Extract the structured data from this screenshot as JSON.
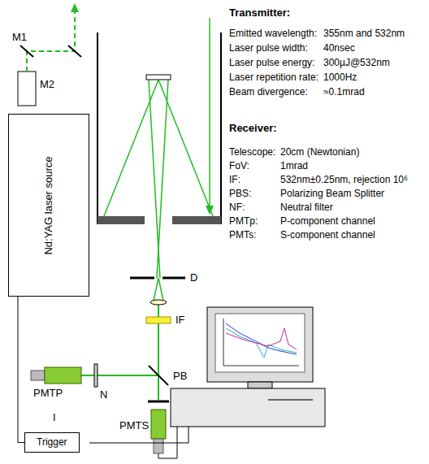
{
  "diagram": {
    "nodes": [
      {
        "text": [
          "Nd:YAG laser source"
        ]
      },
      {
        "text": [
          "Trigger"
        ]
      }
    ],
    "edges": [
      {
        "from": 0,
        "to": 1,
        "arrow": "none"
      }
    ],
    "labels": [
      "M1",
      "M2",
      "Transmitter:",
      "Emitted wavelength:",
      "355nm and 532nm",
      "Laser pulse width:",
      "40nsec",
      "Laser pulse energy:",
      "300µJ@532nm",
      "Laser repetition rate:",
      "1000Hz",
      "Beam divergence:",
      "≈0.1mrad",
      "Receiver:",
      "Telescope:",
      "20cm (Newtonian)",
      "FoV:",
      "1mrad",
      "IF:",
      "532nm±0.25nm, rejection 10⁶",
      "PBS:",
      "Polarizing Beam Splitter",
      "NF:",
      "Neutral filter",
      "PMTp:",
      "P-component channel",
      "PMTs:",
      "S-component channel",
      "D",
      "IF",
      "PB",
      "PMTP",
      "N",
      "PMTS",
      "I"
    ]
  }
}
